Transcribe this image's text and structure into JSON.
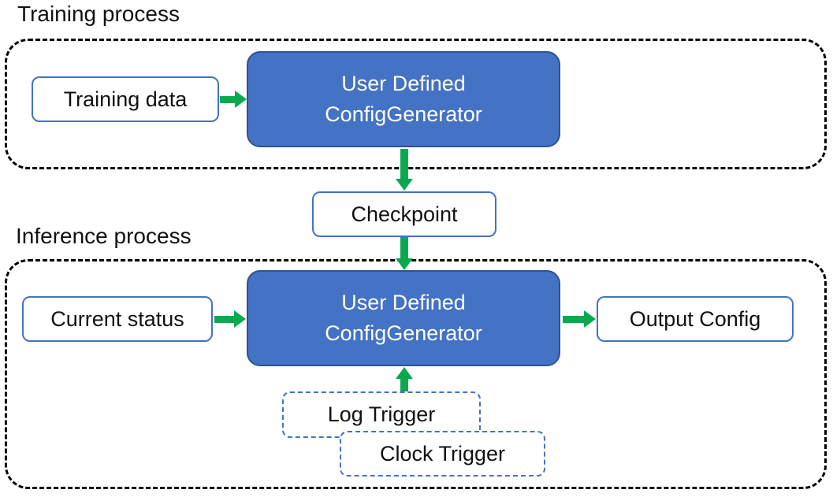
{
  "labels": {
    "training_section": "Training process",
    "inference_section": "Inference process"
  },
  "boxes": {
    "training_data": "Training data",
    "config_generator_line1": "User Defined",
    "config_generator_line2": "ConfigGenerator",
    "checkpoint": "Checkpoint",
    "current_status": "Current status",
    "output_config": "Output Config",
    "log_trigger": "Log Trigger",
    "clock_trigger": "Clock Trigger"
  },
  "colors": {
    "node_fill": "#4472C4",
    "node_border": "#2F528F",
    "box_border": "#4472C4",
    "arrow_green": "#0BA94F",
    "container_border": "#000000",
    "text_dark": "#111111",
    "text_light": "#ffffff"
  }
}
